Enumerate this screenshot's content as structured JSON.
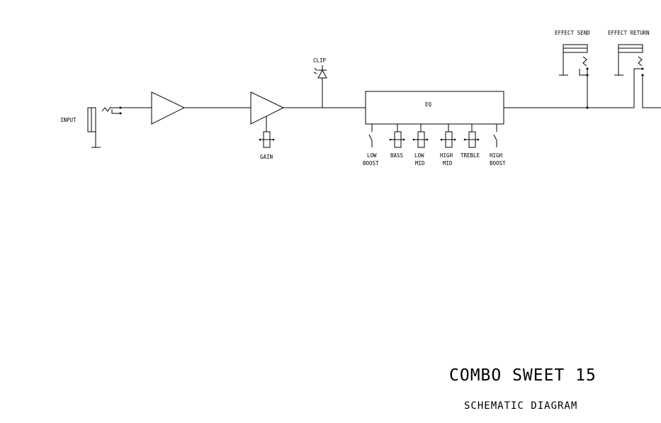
{
  "labels": {
    "input": "INPUT",
    "gain": "GAIN",
    "clip": "CLIP",
    "eq": "EQ",
    "low_boost_1": "LOW",
    "low_boost_2": "BOOST",
    "bass": "BASS",
    "low_mid_1": "LOW",
    "low_mid_2": "MID",
    "high_mid_1": "HIGH",
    "high_mid_2": "MID",
    "treble": "TREBLE",
    "high_boost_1": "HIGH",
    "high_boost_2": "BOOST",
    "effect_send": "EFFECT SEND",
    "effect_return": "EFFECT RETURN"
  },
  "title": "COMBO SWEET 15",
  "subtitle": "SCHEMATIC DIAGRAM",
  "colors": {
    "ink": "#000000",
    "background": "#ffffff"
  }
}
